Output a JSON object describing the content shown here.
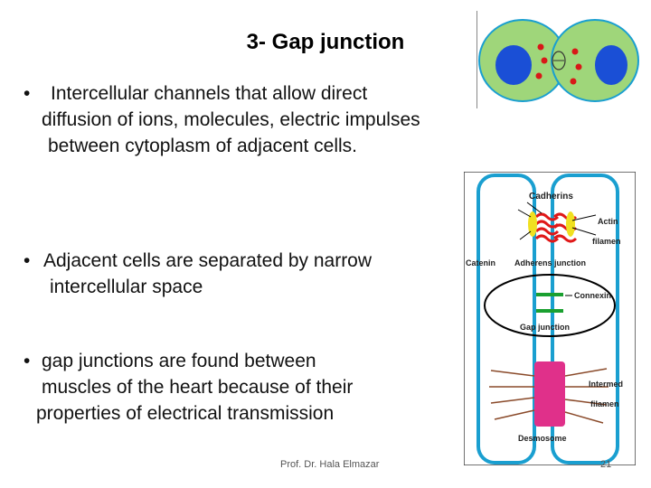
{
  "slide": {
    "title": "3- Gap junction",
    "bullets": [
      {
        "symbol": "•",
        "lines": [
          "Intercellular channels that allow direct",
          "diffusion of ions, molecules, electric impulses",
          "between cytoplasm of  adjacent cells."
        ]
      },
      {
        "symbol": "•",
        "lines": [
          "Adjacent cells are separated by narrow",
          "intercellular space"
        ]
      },
      {
        "symbol": "•",
        "lines": [
          "gap junctions are found between",
          "muscles of  the heart  because of their",
          "properties of electrical transmission"
        ]
      }
    ],
    "footer": "Prof. Dr. Hala Elmazar",
    "page_number": "21"
  },
  "diagram": {
    "labels": {
      "cadherins": "Cadherins",
      "actin": "Actin",
      "actin2": "filamen",
      "catenin": "Catenin",
      "adherens": "Adherens junction",
      "connexin": "Connexin",
      "gap": "Gap junction",
      "intermed": "Intermed",
      "intermed2": "filamen",
      "desmosome": "Desmosome"
    }
  },
  "colors": {
    "cell_fill": "#9fd67a",
    "nucleus": "#1a4fd6",
    "membrane": "#1a9fd0",
    "cadherin": "#e01818",
    "connexin": "#1aa030",
    "desmosome": "#e0308a"
  }
}
